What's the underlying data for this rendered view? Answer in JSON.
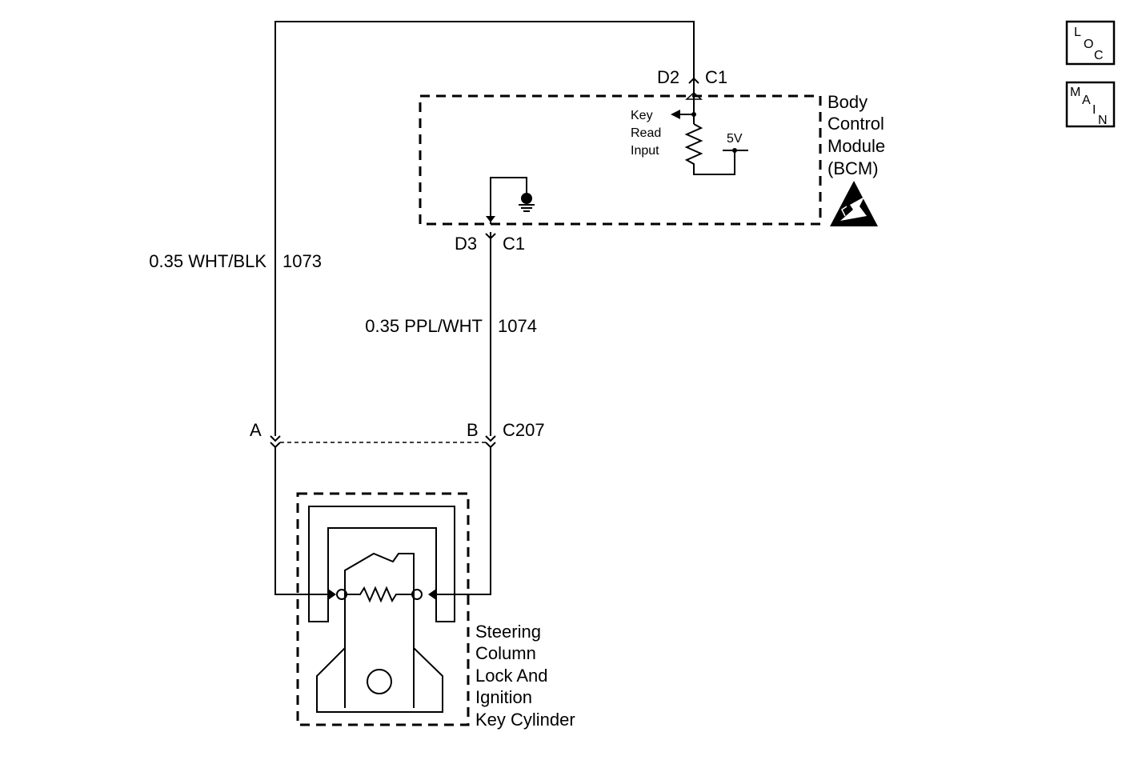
{
  "nav": {
    "loc": {
      "c1": "L",
      "c2": "O",
      "c3": "C"
    },
    "main": {
      "c1": "M",
      "c2": "A",
      "c3": "I",
      "c4": "N"
    }
  },
  "bcm": {
    "lines": [
      "Body",
      "Control",
      "Module",
      "(BCM)"
    ],
    "input_lines": [
      "Key",
      "Read",
      "Input"
    ],
    "voltage": "5V"
  },
  "connectors": {
    "top_pin": "D2",
    "top_conn": "C1",
    "bottom_pin": "D3",
    "bottom_conn": "C1",
    "c207_pin_a": "A",
    "c207_pin_b": "B",
    "c207_name": "C207"
  },
  "wires": [
    {
      "gauge_color": "0.35 WHT/BLK",
      "circuit": "1073"
    },
    {
      "gauge_color": "0.35 PPL/WHT",
      "circuit": "1074"
    }
  ],
  "component": {
    "lines": [
      "Steering",
      "Column",
      "Lock And",
      "Ignition",
      "Key Cylinder"
    ]
  }
}
